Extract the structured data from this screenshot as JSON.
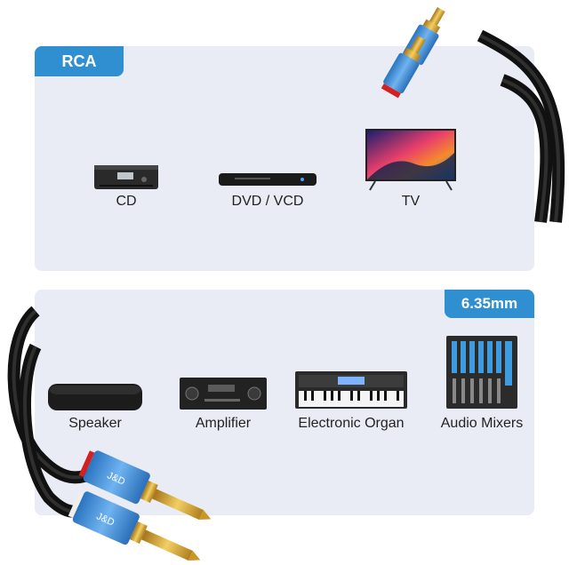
{
  "tags": {
    "rca": "RCA",
    "mm": "6.35mm"
  },
  "top_devices": [
    {
      "label": "CD",
      "icon": "cd-player-icon"
    },
    {
      "label": "DVD / VCD",
      "icon": "dvd-player-icon"
    },
    {
      "label": "TV",
      "icon": "tv-icon"
    }
  ],
  "bottom_devices": [
    {
      "label": "Speaker",
      "icon": "speaker-icon"
    },
    {
      "label": "Amplifier",
      "icon": "amplifier-icon"
    },
    {
      "label": "Electronic Organ",
      "icon": "keyboard-icon"
    },
    {
      "label": "Audio Mixers",
      "icon": "mixer-icon"
    }
  ],
  "brand": "J&D",
  "colors": {
    "accent": "#2f8fd0",
    "panel": "#e9ecf5",
    "connector_blue": "#3a8fd6",
    "gold": "#d9a72a",
    "ring_red": "#d42020"
  }
}
